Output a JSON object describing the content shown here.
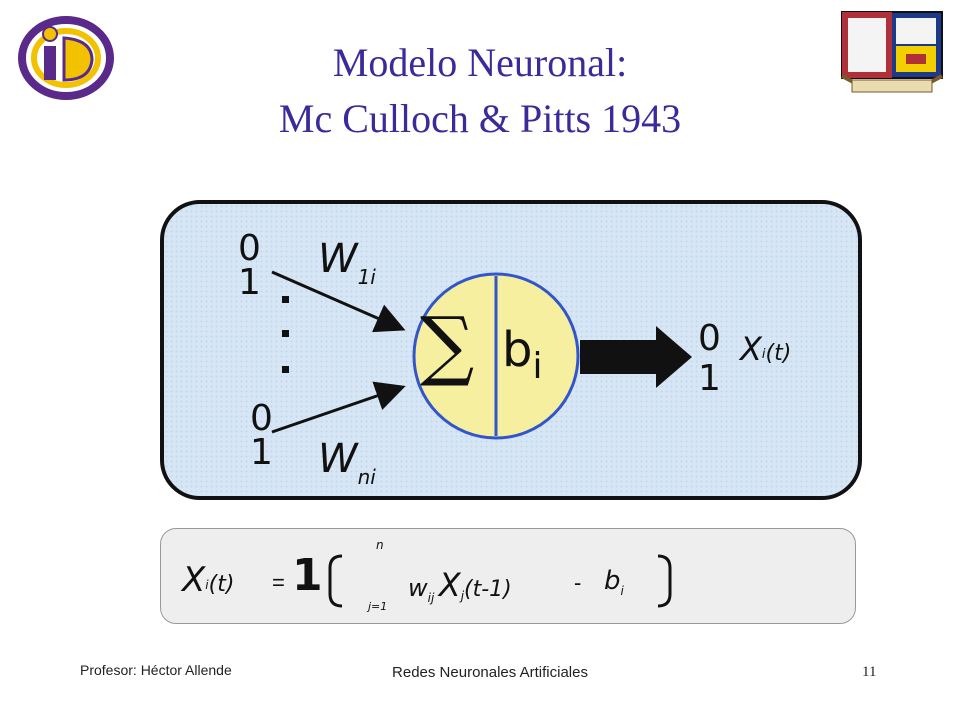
{
  "header": {
    "title_line1": "Modelo Neuronal:",
    "title_line2": "Mc Culloch & Pitts 1943"
  },
  "diagram": {
    "input_top_0": "0",
    "input_top_1": "1",
    "input_bottom_0": "0",
    "input_bottom_1": "1",
    "weight_top_main": "W",
    "weight_top_sub": "1i",
    "weight_bottom_main": "W",
    "weight_bottom_sub": "ni",
    "sum_symbol": "∑",
    "bias_main": "b",
    "bias_sub": "i",
    "output_0": "0",
    "output_1": "1",
    "output_main": "X",
    "output_sub": "i",
    "output_arg": "(t)"
  },
  "formula": {
    "lhs_main": "X",
    "lhs_sub": "i",
    "lhs_arg": "(t)",
    "equals": "=",
    "step_func": "1",
    "sum_upper": "n",
    "sum_lower": "j=1",
    "sum_symbol": "",
    "w_main": "w",
    "w_sub": "ij",
    "x_main": "X",
    "x_sub": "j",
    "x_arg": "(t-1)",
    "minus": "-",
    "b_main": "b",
    "b_sub": "i"
  },
  "footer": {
    "professor": "Profesor: Héctor Allende",
    "course": "Redes Neuronales Artificiales",
    "page_number": "11"
  },
  "colors": {
    "title": "#3a2a9a",
    "box_fill": "#d6e6f4",
    "neuron_fill": "#f7efa0",
    "neuron_divider": "#3355cc",
    "logo_purple": "#5a2a8a",
    "logo_yellow": "#f2c200"
  },
  "icons": {
    "left_logo": "id-logo-icon",
    "right_logo": "university-crest-icon"
  }
}
